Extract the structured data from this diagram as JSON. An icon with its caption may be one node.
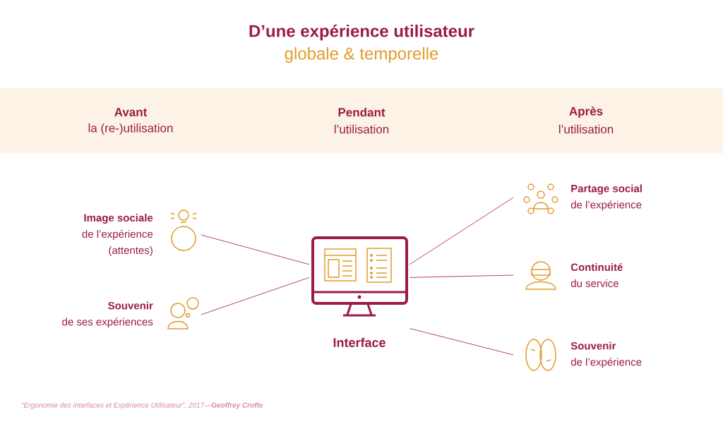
{
  "diagram": {
    "title": "D’une expérience utilisateur",
    "caption": "“Ergonomie des interfaces et Expérience Utilisateur”, 2017—**Geoffrey Crofte**",
    "nodes": [
      {
        "text": [
          "Image sociale",
          "de l’expérience (attentes)"
        ]
      },
      {
        "text": [
          "Souvenir",
          "de ses expériences"
        ]
      },
      {
        "text": [
          "Interface"
        ]
      },
      {
        "text": [
          "Partage social",
          "de l’expérience"
        ]
      },
      {
        "text": [
          "Continuité",
          "du service"
        ]
      },
      {
        "text": [
          "Souvenir",
          "de l’expérience"
        ]
      }
    ],
    "edges": [
      {
        "from": 0,
        "to": 2,
        "arrow": "none"
      },
      {
        "from": 1,
        "to": 2,
        "arrow": "none"
      },
      {
        "from": 2,
        "to": 3,
        "arrow": "none"
      },
      {
        "from": 2,
        "to": 4,
        "arrow": "none"
      },
      {
        "from": 2,
        "to": 5,
        "arrow": "none"
      }
    ],
    "labels": [
      "globale & temporelle",
      "Avant",
      "la (re-)utilisation",
      "Pendant",
      "l’utilisation",
      "Après",
      "l’utilisation"
    ]
  }
}
